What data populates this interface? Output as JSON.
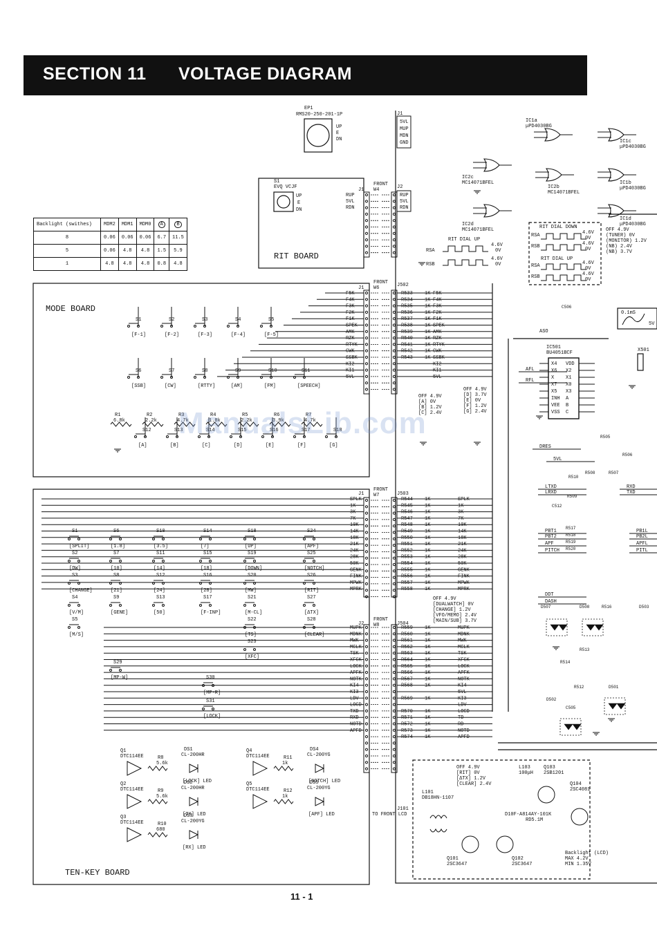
{
  "header": {
    "section": "SECTION 11",
    "title": "VOLTAGE DIAGRAM"
  },
  "page_number": "11 - 1",
  "watermark": "ManualsLib.com",
  "backlight_table": {
    "header": [
      "Backlight (swithes)",
      "MDM2",
      "MDM1",
      "MDM0",
      "A",
      "B"
    ],
    "rows": [
      [
        "8",
        "0.06",
        "0.06",
        "0.06",
        "6.7",
        "11.5"
      ],
      [
        "5",
        "0.06",
        "4.8",
        "4.8",
        "1.5",
        "5.9"
      ],
      [
        "1",
        "4.8",
        "4.8",
        "4.8",
        "0.8",
        "4.8"
      ]
    ]
  },
  "boards": {
    "rit": "RIT BOARD",
    "mode": "MODE BOARD",
    "tenkey": "TEN-KEY BOARD",
    "front_lcd": "TO FRONT LCD"
  },
  "parts": {
    "ep1": "EP1",
    "ep1_model": "RMS20-250-201-1P",
    "s1": "S1",
    "s1_model": "EVQ VCJF",
    "ic1a": "IC1a",
    "ic1a_model": "μPD4030BG",
    "ic1c": "IC1c",
    "ic1c_model": "μPD4030BG",
    "ic1b": "IC1b",
    "ic1b_model": "μPD4030BG",
    "ic1d": "IC1d",
    "ic1d_model": "μPD4030BG",
    "ic2c": "IC2c",
    "ic2c_model": "MC14071BFEL",
    "ic2b": "IC2b",
    "ic2b_model": "MC14071BFEL",
    "ic2d": "IC2d",
    "ic2d_model": "MC14071BFEL",
    "ic501": "IC501",
    "ic501_model": "BU4051BCF",
    "aso": "ASO",
    "x501": "X501",
    "q101": "Q101",
    "q101_model": "2SC3647",
    "q102": "Q102",
    "q102_model": "2SC3647",
    "q103": "Q103",
    "q103_model": "2SB1201",
    "q104": "Q104",
    "q104_model": "2SC4081",
    "l101": "L101",
    "l101_model": "DB18HN-1107",
    "l103": "L103",
    "l103_model": "100μH",
    "d101": "D10F-A814AY-101K",
    "d101_sub": "RD5.1M"
  },
  "ep1_pins": [
    "UP",
    "E",
    "DN"
  ],
  "rit_pins": [
    "UP",
    "E",
    "DN"
  ],
  "rit_connector": [
    "RUP",
    "5VL",
    "RDN"
  ],
  "j1_pins": [
    "5VL",
    "MUP",
    "MDN",
    "GND"
  ],
  "j2_pins": [
    "RUP",
    "5VL",
    "RDN"
  ],
  "connectors": {
    "j1": "J1",
    "j2": "J2",
    "j502": "J502",
    "j503": "J503",
    "j504": "J504",
    "w4": "W4",
    "w6": "W6",
    "w7": "W7",
    "w8": "W8",
    "j101": "J101",
    "front": "FRONT"
  },
  "mode_lines": [
    "F5K",
    "F4K",
    "F3K",
    "F2K",
    "F1K",
    "SPEK",
    "AMK",
    "RZK",
    "RTYK",
    "CWK",
    "SSBK",
    "KI2",
    "KI1",
    "5VL"
  ],
  "j502_lines": [
    [
      "R533",
      "F5K"
    ],
    [
      "R534",
      "F4K"
    ],
    [
      "R535",
      "F3K"
    ],
    [
      "R536",
      "F2K"
    ],
    [
      "R537",
      "F1K"
    ],
    [
      "R538",
      "SPEK"
    ],
    [
      "R539",
      "AMK"
    ],
    [
      "R540",
      "RZK"
    ],
    [
      "R541",
      "RTYK"
    ],
    [
      "R542",
      "CWK"
    ],
    [
      "R543",
      "SSBK"
    ],
    [
      "",
      "KI2"
    ],
    [
      "",
      "KI1"
    ],
    [
      "",
      "5VL"
    ]
  ],
  "mode_switches_row1": [
    [
      "S1",
      "[F-1]"
    ],
    [
      "S2",
      "[F-2]"
    ],
    [
      "S3",
      "[F-3]"
    ],
    [
      "S4",
      "[F-4]"
    ],
    [
      "S5",
      "[F-5]"
    ]
  ],
  "mode_switches_row2": [
    [
      "S6",
      "[SSB]"
    ],
    [
      "S7",
      "[CW]"
    ],
    [
      "S8",
      "[RTTY]"
    ],
    [
      "S9",
      "[AM]"
    ],
    [
      "S10",
      "[FM]"
    ],
    [
      "S11",
      "[SPEECH]"
    ]
  ],
  "mode_switches_row3": [
    [
      "S12",
      "[A]"
    ],
    [
      "S13",
      "[B]"
    ],
    [
      "S14",
      "[C]"
    ],
    [
      "S15",
      "[D]"
    ],
    [
      "S16",
      "[E]"
    ],
    [
      "S17",
      "[F]"
    ],
    [
      "S18",
      "[G]"
    ]
  ],
  "mode_resistors": [
    [
      "R1",
      "6.8k"
    ],
    [
      "R2",
      "2.2k"
    ],
    [
      "R3",
      "4.7k"
    ],
    [
      "R4",
      "1.8k"
    ],
    [
      "R5",
      "2.2k"
    ],
    [
      "R6",
      "3.9k"
    ],
    [
      "R7",
      "4.7k"
    ]
  ],
  "off_note_1": [
    "OFF 4.9V",
    "[A] 0V",
    "[B] 1.2V",
    "[C] 2.4V",
    "[D] 3.7V",
    "[E] 0V",
    "[F] 1.2V",
    "[G] 2.4V"
  ],
  "j503_lines": [
    [
      "R544",
      "SPLK"
    ],
    [
      "R545",
      "1K"
    ],
    [
      "R546",
      "3K"
    ],
    [
      "R547",
      "7K"
    ],
    [
      "R548",
      "10K"
    ],
    [
      "R549",
      "14K"
    ],
    [
      "R550",
      "18K"
    ],
    [
      "R551",
      "21K"
    ],
    [
      "R552",
      "24K"
    ],
    [
      "R553",
      "28K"
    ],
    [
      "R554",
      "50K"
    ],
    [
      "R555",
      "GENK"
    ],
    [
      "R556",
      "FINK"
    ],
    [
      "R557",
      "MPWK"
    ],
    [
      "R558",
      "MPRK"
    ]
  ],
  "j504_lines": [
    [
      "R559",
      "MUPK"
    ],
    [
      "R560",
      "MDNK"
    ],
    [
      "R561",
      "MWK"
    ],
    [
      "R562",
      "MCLK"
    ],
    [
      "R563",
      "TSK"
    ],
    [
      "R564",
      "XFCK"
    ],
    [
      "R565",
      "LOCK"
    ],
    [
      "R566",
      "APFK"
    ],
    [
      "R567",
      "NOTK"
    ],
    [
      "R568",
      "KI4"
    ],
    [
      "",
      "5VL"
    ],
    [
      "R569",
      "KI3"
    ],
    [
      "",
      "LDV"
    ],
    [
      "R570",
      "LOCD"
    ],
    [
      "R571",
      "TD"
    ],
    [
      "R572",
      "RD"
    ],
    [
      "R573",
      "NOTD"
    ],
    [
      "R574",
      "APFD"
    ]
  ],
  "tenkey_left_lines": [
    "SPLK",
    "1K",
    "3K",
    "7K",
    "10K",
    "14K",
    "18K",
    "21K",
    "24K",
    "28K",
    "50K",
    "GENK",
    "FINK",
    "MPWK",
    "MPRK"
  ],
  "tenkey_lower_lines": [
    "MUPK",
    "MDNK",
    "MWK",
    "MCLK",
    "TSK",
    "XFCK",
    "LOCK",
    "APFK",
    "NOTK",
    "KI4",
    "KI3",
    "LDV",
    "LOCD",
    "TXD",
    "RXD",
    "NOTD",
    "APFD"
  ],
  "tenkey_switches": [
    [
      "S1",
      "[SPLIT]"
    ],
    [
      "S2",
      "[DW]"
    ],
    [
      "S3",
      "[CHANGE]"
    ],
    [
      "S4",
      "[V/M]"
    ],
    [
      "S5",
      "[M/S]"
    ],
    [
      "S6",
      "[1.8]"
    ],
    [
      "S7",
      "[10]"
    ],
    [
      "S8",
      "[21]"
    ],
    [
      "S9",
      "[GENE]"
    ],
    [
      "S10",
      "[3.5]"
    ],
    [
      "S11",
      "[14]"
    ],
    [
      "S12",
      "[24]"
    ],
    [
      "S13",
      "[50]"
    ],
    [
      "S14",
      "[7]"
    ],
    [
      "S15",
      "[18]"
    ],
    [
      "S16",
      "[28]"
    ],
    [
      "S17",
      "[F-INP]"
    ],
    [
      "S18",
      "[UP]"
    ],
    [
      "S19",
      "[DOWN]"
    ],
    [
      "S20",
      "[MW]"
    ],
    [
      "S21",
      "[M-CL]"
    ],
    [
      "S22",
      "[TS]"
    ],
    [
      "S23",
      "[XFC]"
    ],
    [
      "S24",
      "[APF]"
    ],
    [
      "S25",
      "[NOTCH]"
    ],
    [
      "S26",
      "[RIT]"
    ],
    [
      "S27",
      "[ΔTX]"
    ],
    [
      "S28",
      "[CLEAR]"
    ],
    [
      "S29",
      "[MP-W]"
    ],
    [
      "S30",
      "[MP-R]"
    ],
    [
      "S31",
      "[LOCK]"
    ]
  ],
  "tenkey_drivers": [
    [
      "Q1",
      "DTC114EE",
      "R8",
      "5.6k",
      "DS1",
      "CL-200HR",
      "[LOCK] LED"
    ],
    [
      "Q2",
      "DTC114EE",
      "R9",
      "5.6k",
      "DS2",
      "CL-200HR",
      "[TX] LED"
    ],
    [
      "Q3",
      "DTC114EE",
      "R10",
      "680",
      "DS3",
      "CL-200YG",
      "[RX] LED"
    ],
    [
      "Q4",
      "DTC114EE",
      "R11",
      "1k",
      "DS4",
      "CL-200YG",
      "[NOTCH] LED"
    ],
    [
      "Q5",
      "DTC114EE",
      "R12",
      "1k",
      "DS5",
      "CL-200YG",
      "[APF] LED"
    ]
  ],
  "off_note_2": [
    "OFF 4.9V",
    "[DUALWATCH] 0V",
    "[CHANGE] 1.2V",
    "[VFO/MEMO] 2.4V",
    "[MAIN/SUB] 3.7V"
  ],
  "off_note_3": [
    "OFF 4.9V",
    "[RIT] 0V",
    "[ΔTX] 1.2V",
    "[CLEAR] 2.4V"
  ],
  "rit_dial": {
    "down": "RIT DIAL DOWN",
    "up": "RIT DIAL UP",
    "rsa": "RSA",
    "rsb": "RSB",
    "v_high": "4.6V",
    "v_low": "0V"
  },
  "tuner_note": [
    "OFF 4.9V",
    "(TUNER) 0V",
    "(MONITOR) 1.2V",
    "(NB) 2.4V",
    "(NB) 3.7V"
  ],
  "ic501_pins_left": [
    "X4",
    "X6",
    "X",
    "X7",
    "X5",
    "INH",
    "VEE",
    "VSS"
  ],
  "ic501_pins_right": [
    "VDD",
    "X2",
    "X1",
    "X0",
    "X3",
    "A",
    "B",
    "C"
  ],
  "right_nets": [
    "AFL",
    "RFL",
    "DRES",
    "5VL",
    "LTXD",
    "LRXD",
    "RXD",
    "TXD",
    "PBT1",
    "PBT2",
    "APF",
    "PITCH",
    "PB1L",
    "PB2L",
    "APFL",
    "PITL",
    "DDT",
    "DASH"
  ],
  "right_parts": [
    "R505",
    "R506",
    "R507",
    "R508",
    "R509",
    "R510",
    "R512",
    "R513",
    "R514",
    "R516",
    "R517",
    "R518",
    "R519",
    "R520",
    "C505",
    "C506",
    "C512",
    "D501",
    "D502",
    "D503",
    "D507",
    "D508"
  ],
  "backlight_note": [
    "Backlight (LCD)",
    "MAX 4.2V",
    "MIN 1.35V"
  ],
  "osc_note": "0.1mS",
  "osc_v": "5V"
}
